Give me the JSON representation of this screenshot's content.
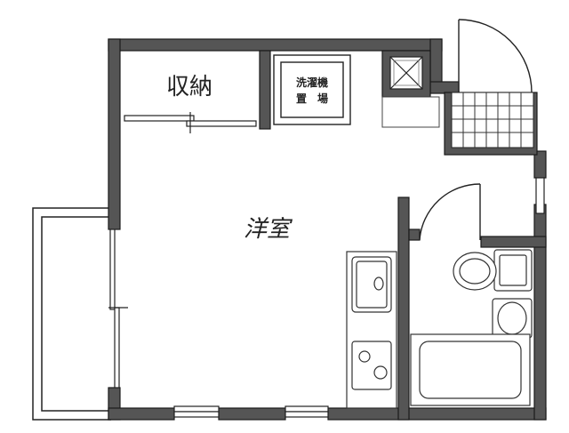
{
  "rooms": {
    "storage": "収納",
    "western_room": "洋室",
    "washer_line1": "洗濯機",
    "washer_line2": "置　場"
  },
  "colors": {
    "wall": "#555555",
    "wall_outline": "#1a1a1a",
    "fixture_stroke": "#333333",
    "background": "#ffffff"
  }
}
